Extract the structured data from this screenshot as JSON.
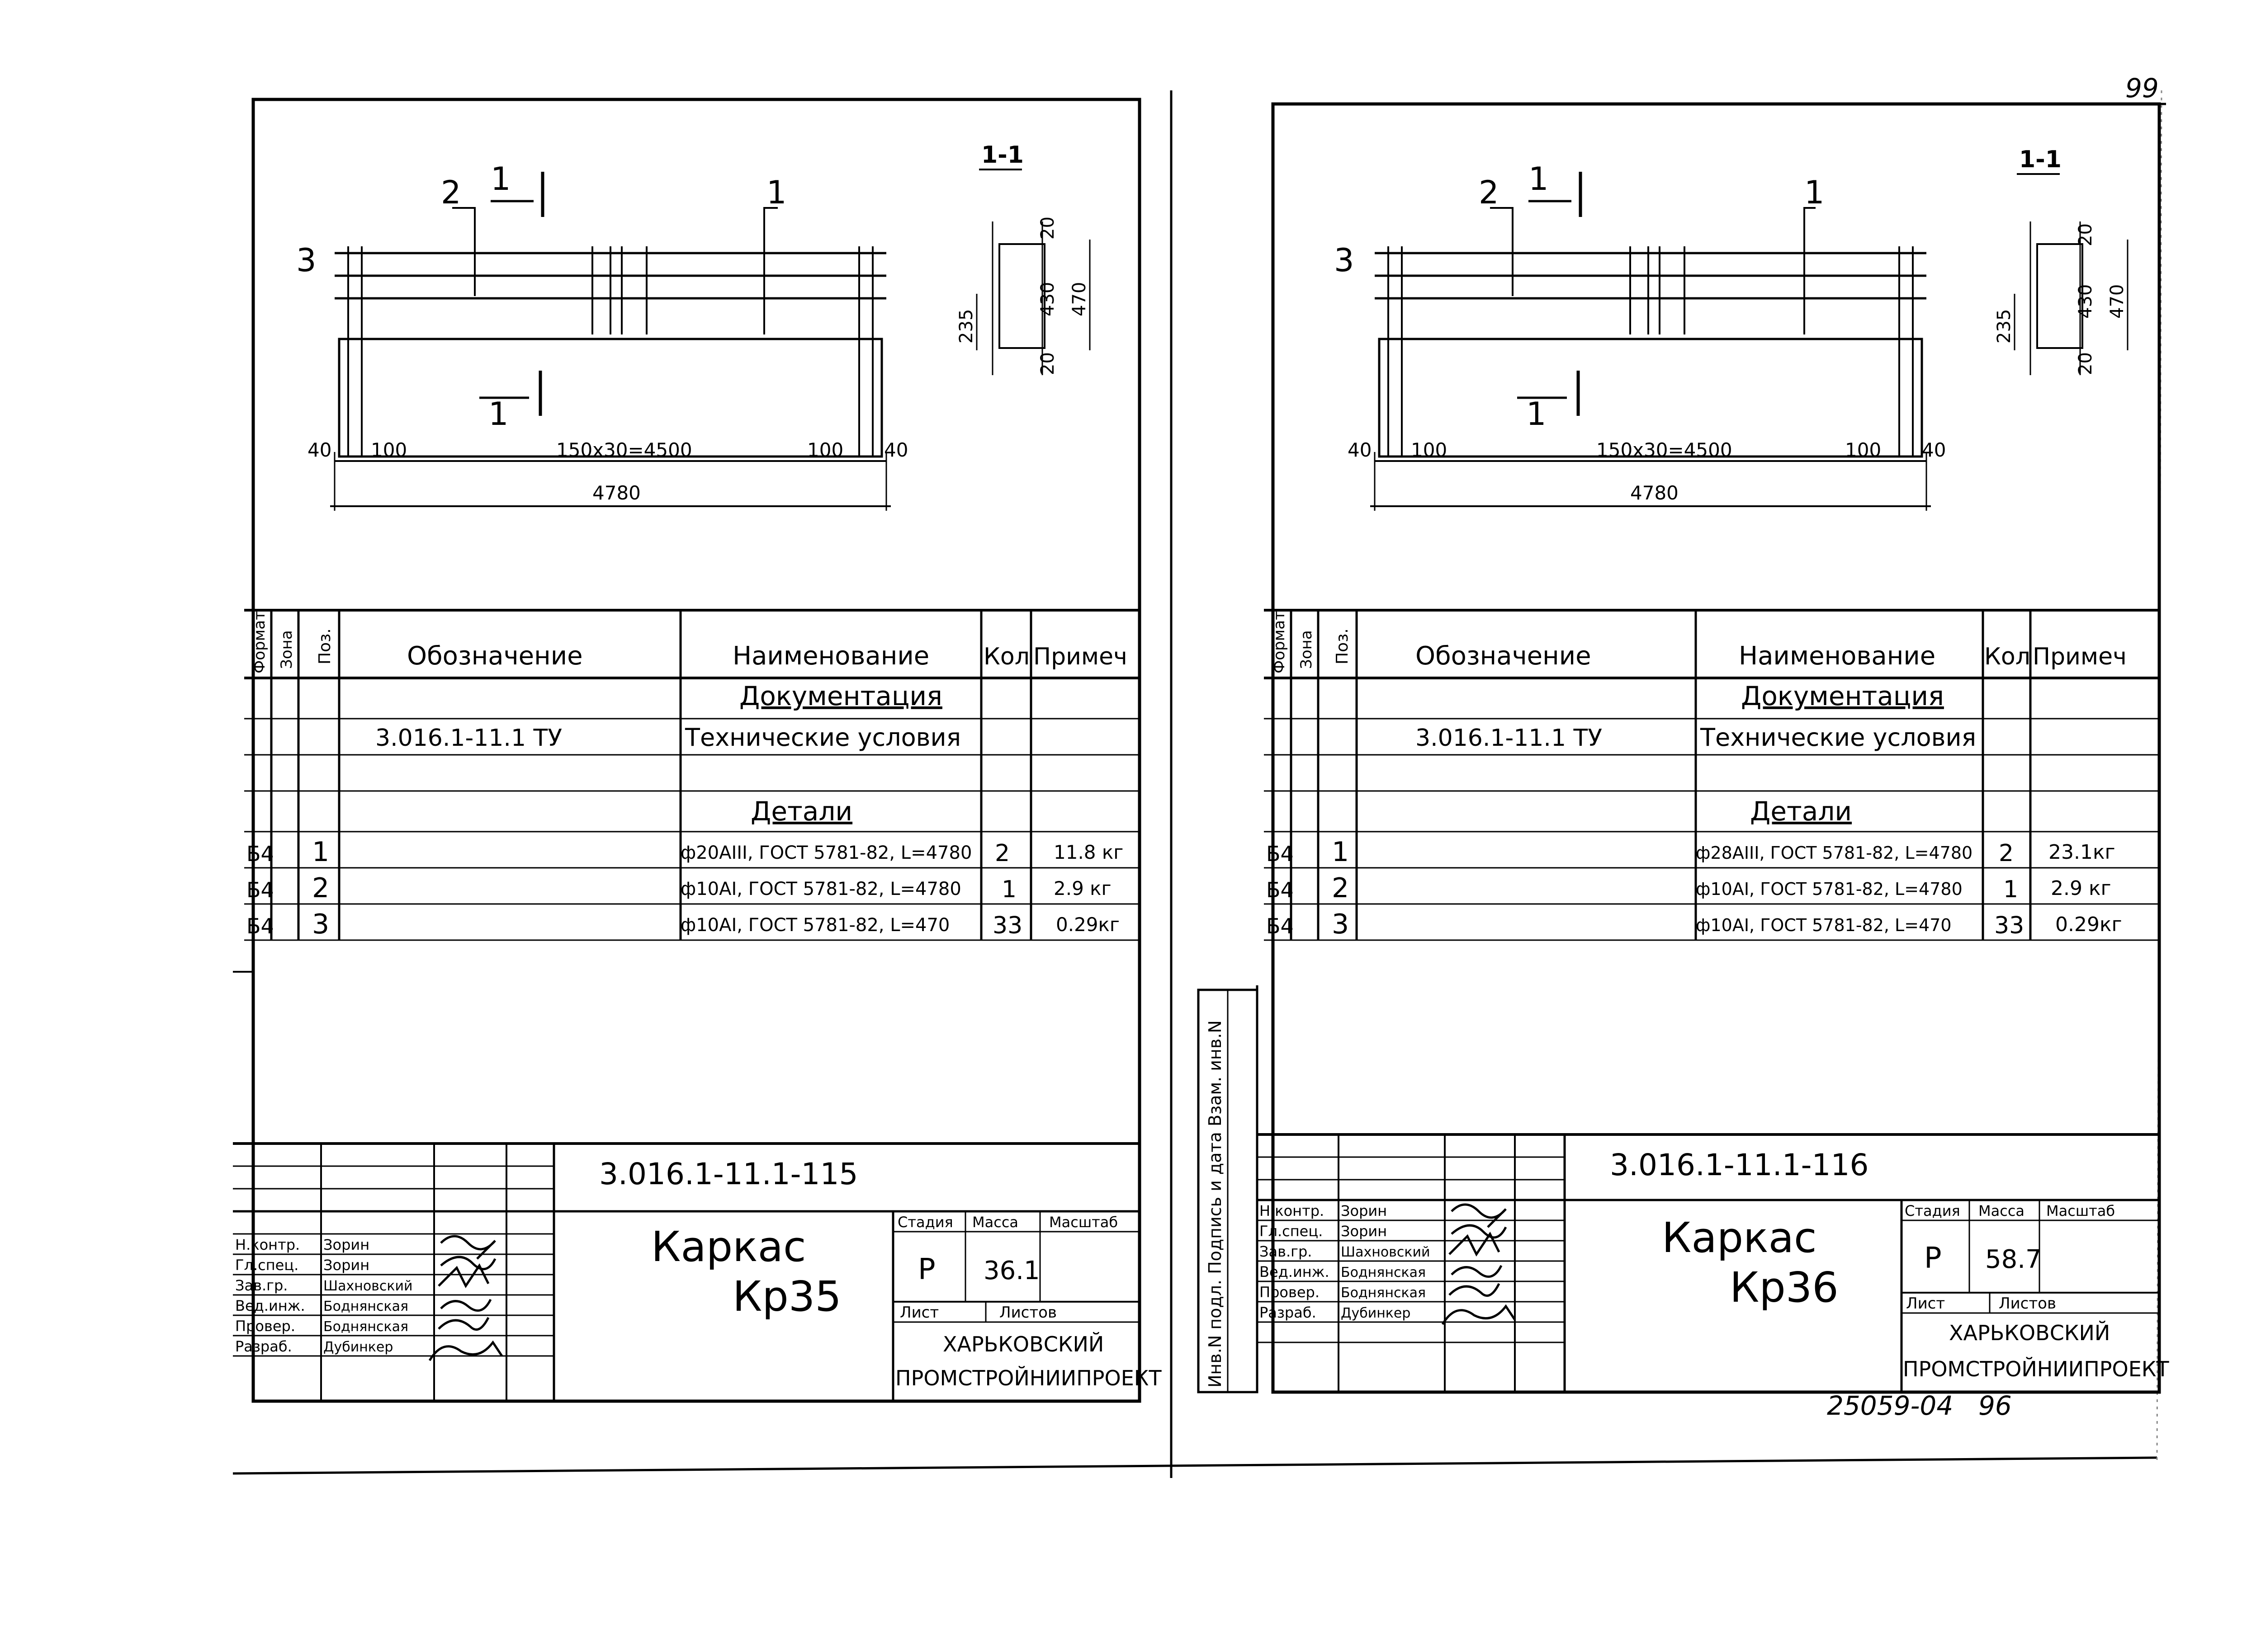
{
  "page_number": "99",
  "bottom_code": "25059-04",
  "bottom_page": "96",
  "side_stamp": "Инв.N подл. Подпись и дата Взам. инв.N",
  "sheets": [
    {
      "section_label": "1-1",
      "drawing": {
        "pos_2": "2",
        "pos_1": "1",
        "pos_3": "3",
        "cut_1": "1",
        "cut_1b": "1",
        "dim_40_left": "40",
        "dim_100_left": "100",
        "dim_middle": "150x30=4500",
        "dim_100_right": "100",
        "dim_40_right": "40",
        "dim_total": "4780"
      },
      "section": {
        "d20_top": "20",
        "d430": "430",
        "d470": "470",
        "d235": "235",
        "d20_bottom": "20"
      },
      "table_headers": {
        "format": "Формат",
        "zone": "Зона",
        "pos": "Поз.",
        "designation": "Обозначение",
        "name": "Наименование",
        "qty": "Кол",
        "note": "Примеч"
      },
      "group_docs": "Документация",
      "doc_designation": "3.016.1-11.1 ТУ",
      "doc_name": "Технические условия",
      "group_parts": "Детали",
      "rows": [
        {
          "format": "Б4",
          "pos": "1",
          "name": "ф20АIII, ГОСТ 5781-82, L=4780",
          "qty": "2",
          "note": "11.8 кг"
        },
        {
          "format": "Б4",
          "pos": "2",
          "name": "ф10АI, ГОСТ 5781-82, L=4780",
          "qty": "1",
          "note": "2.9 кг"
        },
        {
          "format": "Б4",
          "pos": "3",
          "name": "ф10АI, ГОСТ 5781-82, L=470",
          "qty": "33",
          "note": "0.29кг"
        }
      ],
      "code": "3.016.1-11.1-115",
      "title_line1": "Каркас",
      "title_line2": "Кр35",
      "stage_label": "Стадия",
      "mass_label": "Масса",
      "scale_label": "Масштаб",
      "stage": "Р",
      "mass": "36.1",
      "sheet_label": "Лист",
      "sheets_label": "Листов",
      "org_line1": "ХАРЬКОВСКИЙ",
      "org_line2": "ПРОМСТРОЙНИИПРОЕКТ",
      "signers": [
        {
          "role": "Н.контр.",
          "name": "Зорин"
        },
        {
          "role": "Гл.спец.",
          "name": "Зорин"
        },
        {
          "role": "Зав.гр.",
          "name": "Шахновский"
        },
        {
          "role": "Вед.инж.",
          "name": "Боднянская"
        },
        {
          "role": "Провер.",
          "name": "Боднянская"
        },
        {
          "role": "Разраб.",
          "name": "Дубинкер"
        }
      ]
    },
    {
      "section_label": "1-1",
      "drawing": {
        "pos_2": "2",
        "pos_1": "1",
        "pos_3": "3",
        "cut_1": "1",
        "cut_1b": "1",
        "dim_40_left": "40",
        "dim_100_left": "100",
        "dim_middle": "150x30=4500",
        "dim_100_right": "100",
        "dim_40_right": "40",
        "dim_total": "4780"
      },
      "section": {
        "d20_top": "20",
        "d430": "430",
        "d470": "470",
        "d235": "235",
        "d20_bottom": "20"
      },
      "table_headers": {
        "format": "Формат",
        "zone": "Зона",
        "pos": "Поз.",
        "designation": "Обозначение",
        "name": "Наименование",
        "qty": "Кол",
        "note": "Примеч"
      },
      "group_docs": "Документация",
      "doc_designation": "3.016.1-11.1 ТУ",
      "doc_name": "Технические условия",
      "group_parts": "Детали",
      "rows": [
        {
          "format": "Б4",
          "pos": "1",
          "name": "ф28АIII, ГОСТ 5781-82, L=4780",
          "qty": "2",
          "note": "23.1кг"
        },
        {
          "format": "Б4",
          "pos": "2",
          "name": "ф10АI, ГОСТ 5781-82, L=4780",
          "qty": "1",
          "note": "2.9 кг"
        },
        {
          "format": "Б4",
          "pos": "3",
          "name": "ф10АI, ГОСТ 5781-82, L=470",
          "qty": "33",
          "note": "0.29кг"
        }
      ],
      "code": "3.016.1-11.1-116",
      "title_line1": "Каркас",
      "title_line2": "Кр36",
      "stage_label": "Стадия",
      "mass_label": "Масса",
      "scale_label": "Масштаб",
      "stage": "Р",
      "mass": "58.7",
      "sheet_label": "Лист",
      "sheets_label": "Листов",
      "org_line1": "ХАРЬКОВСКИЙ",
      "org_line2": "ПРОМСТРОЙНИИПРОЕКТ",
      "signers": [
        {
          "role": "Н.контр.",
          "name": "Зорин"
        },
        {
          "role": "Гл.спец.",
          "name": "Зорин"
        },
        {
          "role": "Зав.гр.",
          "name": "Шахновский"
        },
        {
          "role": "Вед.инж.",
          "name": "Боднянская"
        },
        {
          "role": "Провер.",
          "name": "Боднянская"
        },
        {
          "role": "Разраб.",
          "name": "Дубинкер"
        }
      ]
    }
  ]
}
